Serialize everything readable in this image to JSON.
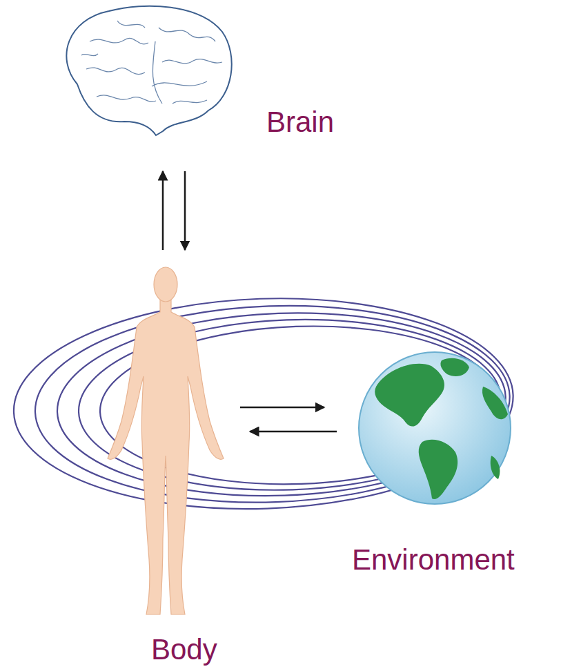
{
  "diagram": {
    "nodes": [
      {
        "text": [
          "Brain"
        ]
      },
      {
        "text": [
          "Body"
        ]
      },
      {
        "text": [
          "Environment"
        ]
      }
    ],
    "edges": [
      {
        "from": 1,
        "to": 0,
        "arrow": "to"
      },
      {
        "from": 0,
        "to": 1,
        "arrow": "to"
      },
      {
        "from": 1,
        "to": 2,
        "arrow": "to"
      },
      {
        "from": 2,
        "to": 1,
        "arrow": "to"
      }
    ]
  }
}
